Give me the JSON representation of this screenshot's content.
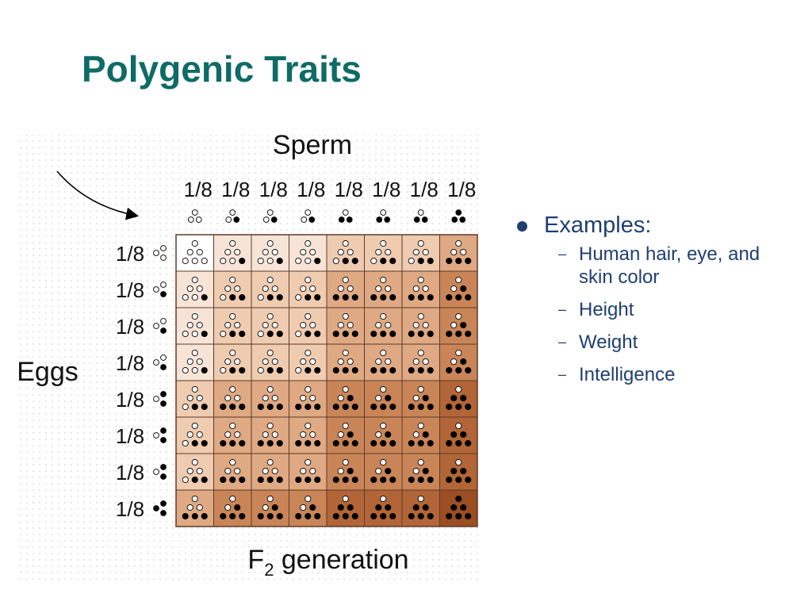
{
  "slide": {
    "title": "Polygenic Traits"
  },
  "figure": {
    "top_label": "Sperm",
    "left_label": "Eggs",
    "bottom_label_prefix": "F",
    "bottom_label_sub": "2",
    "bottom_label_suffix": " generation",
    "fraction_num": "1",
    "fraction_den": "8",
    "gametes": [
      0,
      1,
      1,
      1,
      2,
      2,
      2,
      3
    ],
    "cell_colors": [
      "#ffffff",
      "#f8e4d6",
      "#efcbb0",
      "#dfa983",
      "#c98557",
      "#b26536",
      "#9a4e22"
    ],
    "allele_dot_color": "#000000",
    "grid_line_color": "#5a3b2a"
  },
  "bullets": {
    "main": "Examples:",
    "items": [
      {
        "lines": [
          "Human hair, eye, and",
          "skin color"
        ]
      },
      {
        "lines": [
          "Height"
        ]
      },
      {
        "lines": [
          "Weight"
        ]
      },
      {
        "lines": [
          "Intelligence"
        ]
      }
    ],
    "dash": "–"
  }
}
